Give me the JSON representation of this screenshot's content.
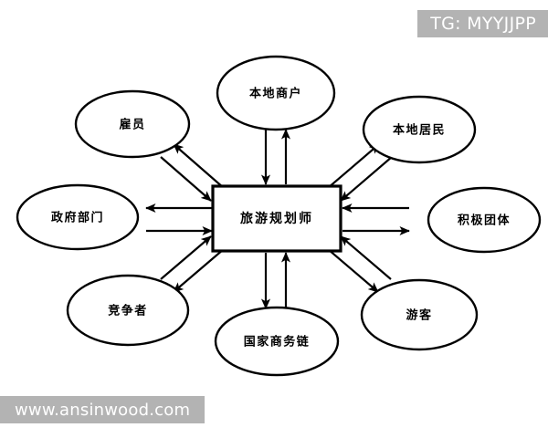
{
  "diagram": {
    "type": "hub-and-spoke stakeholder map",
    "center": {
      "id": "center",
      "label": "旅游规划师",
      "shape": "rectangle"
    },
    "satellites": [
      {
        "id": "local-merchants",
        "label": "本地商户",
        "shape": "ellipse",
        "position": "top"
      },
      {
        "id": "local-residents",
        "label": "本地居民",
        "shape": "ellipse",
        "position": "top-right"
      },
      {
        "id": "active-groups",
        "label": "积极团体",
        "shape": "ellipse",
        "position": "right"
      },
      {
        "id": "tourists",
        "label": "游客",
        "shape": "ellipse",
        "position": "bottom-right"
      },
      {
        "id": "business-chain",
        "label": "国家商务链",
        "shape": "ellipse",
        "position": "bottom"
      },
      {
        "id": "competitors",
        "label": "竞争者",
        "shape": "ellipse",
        "position": "bottom-left"
      },
      {
        "id": "government",
        "label": "政府部门",
        "shape": "ellipse",
        "position": "left"
      },
      {
        "id": "employees",
        "label": "雇员",
        "shape": "ellipse",
        "position": "top-left"
      }
    ],
    "connector_style": "bidirectional double arrows",
    "colors": {
      "stroke": "#000000",
      "fill": "#ffffff",
      "background": "#ffffff",
      "watermark_background": "#b3b3b3",
      "watermark_text": "#ffffff"
    }
  },
  "watermarks": {
    "top_right": "TG: MYYJJPP",
    "bottom_left": "www.ansinwood.com"
  }
}
